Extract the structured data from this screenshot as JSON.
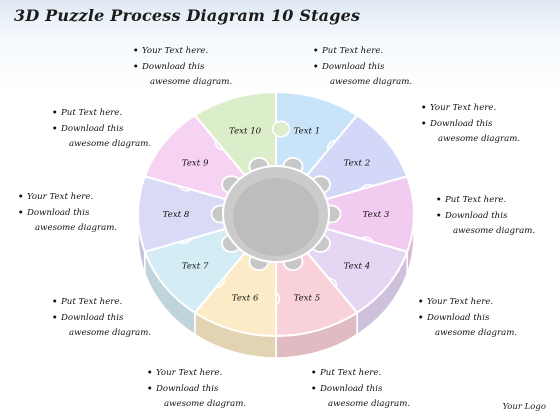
{
  "title": "3D Puzzle Process Diagram 10 Stages",
  "logo": "Your Logo",
  "pieces": [
    {
      "label": "Text 1",
      "color": "#c9e4f8"
    },
    {
      "label": "Text 2",
      "color": "#d4d8f8"
    },
    {
      "label": "Text 3",
      "color": "#f2cbf0"
    },
    {
      "label": "Text 4",
      "color": "#e5d6f3"
    },
    {
      "label": "Text 5",
      "color": "#f9d1d8"
    },
    {
      "label": "Text 6",
      "color": "#fbebc6"
    },
    {
      "label": "Text 7",
      "color": "#d4ecf3"
    },
    {
      "label": "Text 8",
      "color": "#d9dbf6"
    },
    {
      "label": "Text 9",
      "color": "#f6d2f3"
    },
    {
      "label": "Text 10",
      "color": "#dceec9"
    }
  ],
  "notes": [
    {
      "line1": "Your Text here.",
      "line2": "Download this",
      "line3": "awesome diagram."
    },
    {
      "line1": "Put Text here.",
      "line2": "Download this",
      "line3": "awesome diagram."
    },
    {
      "line1": "Put Text here.",
      "line2": "Download this",
      "line3": "awesome diagram."
    },
    {
      "line1": "Your Text here.",
      "line2": "Download this",
      "line3": "awesome diagram."
    },
    {
      "line1": "Your Text here.",
      "line2": "Download this",
      "line3": "awesome diagram."
    },
    {
      "line1": "Put Text here.",
      "line2": "Download this",
      "line3": "awesome diagram."
    },
    {
      "line1": "Put Text here.",
      "line2": "Download this",
      "line3": "awesome diagram."
    },
    {
      "line1": "Your Text here.",
      "line2": "Download this",
      "line3": "awesome diagram."
    },
    {
      "line1": "Your Text here.",
      "line2": "Download this",
      "line3": "awesome diagram."
    },
    {
      "line1": "Put Text here.",
      "line2": "Download this",
      "line3": "awesome diagram."
    }
  ]
}
